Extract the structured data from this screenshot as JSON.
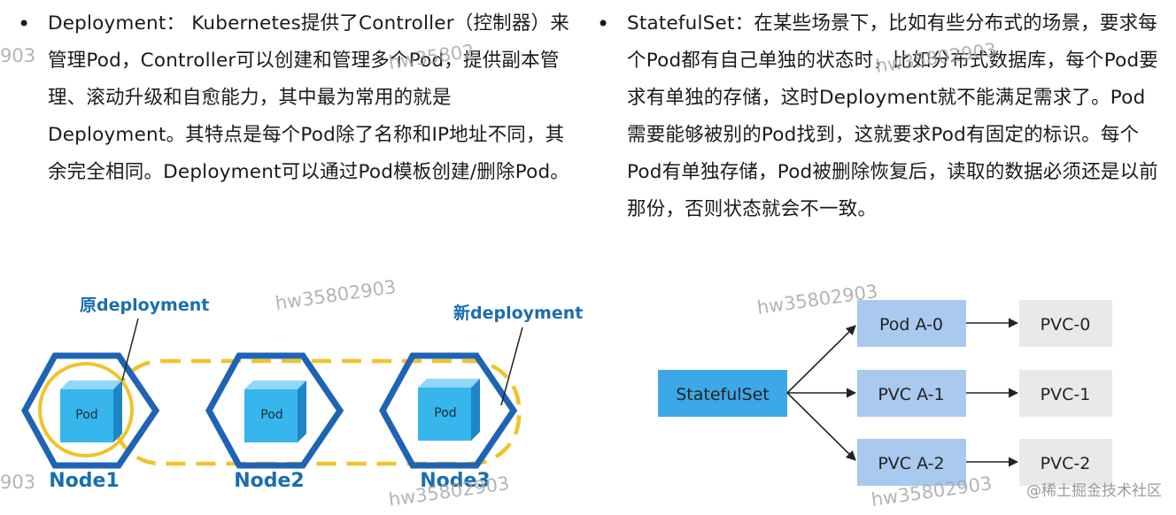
{
  "left_bullet": {
    "marker": "•",
    "text": "Deployment： Kubernetes提供了Controller（控制器）来管理Pod，Controller可以创建和管理多个Pod，提供副本管理、滚动升级和自愈能力，其中最为常用的就是Deployment。其特点是每个Pod除了名称和IP地址不同，其余完全相同。Deployment可以通过Pod模板创建/删除Pod。"
  },
  "right_bullet": {
    "marker": "•",
    "text": "StatefulSet：在某些场景下，比如有些分布式的场景，要求每个Pod都有自己单独的状态时，比如分布式数据库，每个Pod要求有单独的存储，这时Deployment就不能满足需求了。Pod需要能够被别的Pod找到，这就要求Pod有固定的标识。每个Pod有单独存储，Pod被删除恢复后，读取的数据必须还是以前那份，否则状态就会不一致。"
  },
  "deployment_diagram": {
    "old_label": "原deployment",
    "new_label": "新deployment",
    "nodes": [
      {
        "name": "Node1",
        "pod": "Pod"
      },
      {
        "name": "Node2",
        "pod": "Pod"
      },
      {
        "name": "Node3",
        "pod": "Pod"
      }
    ],
    "colors": {
      "hexagon": "#1f63b4",
      "dashed": "#f0c32a",
      "cube_top": "#8fd8f7",
      "cube_front": "#36b6ec",
      "cube_side": "#1c86c6"
    }
  },
  "statefulset_diagram": {
    "source": "StatefulSet",
    "middle": [
      "Pod A-0",
      "PVC A-1",
      "PVC A-2"
    ],
    "targets": [
      "PVC-0",
      "PVC-1",
      "PVC-2"
    ],
    "colors": {
      "source": "#3ca8e8",
      "middle": "#a9c9ee",
      "target": "#e9e9e9"
    }
  },
  "watermarks": [
    "hw35802903",
    "hw35802903",
    "hw35802903",
    "hw35802903",
    "hw35802903",
    "903",
    "903",
    "hw35802",
    "hw35802"
  ],
  "credit": "@稀土掘金技术社区"
}
